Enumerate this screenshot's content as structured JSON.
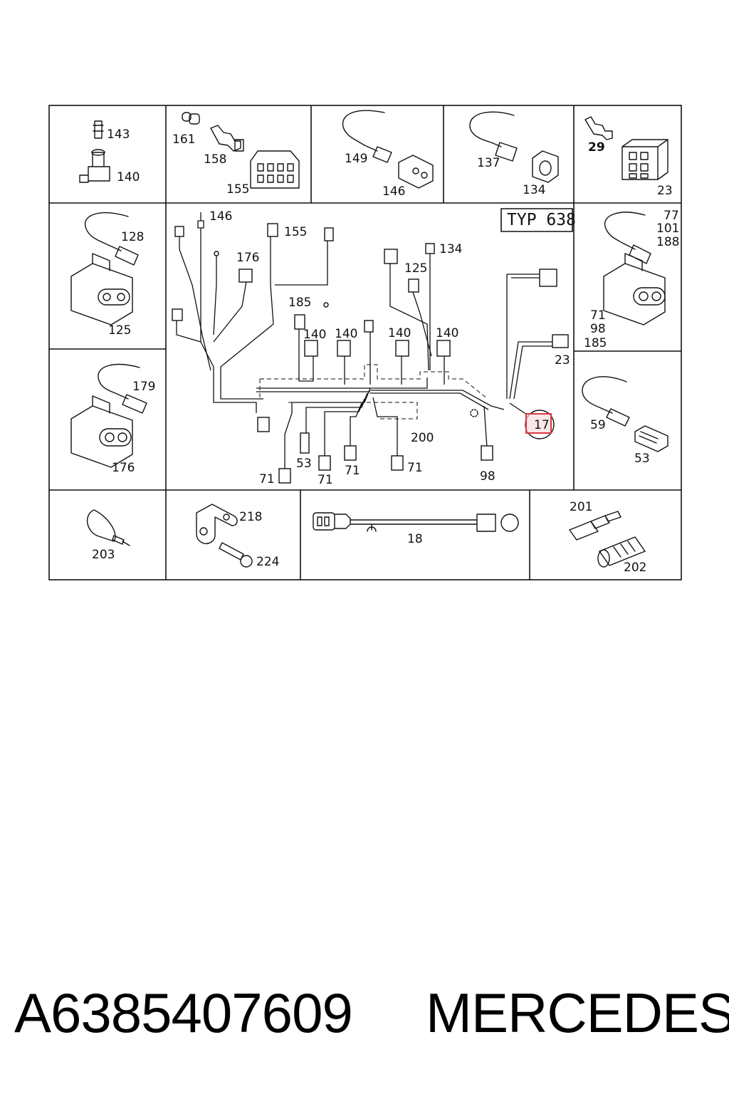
{
  "diagram": {
    "type_label": "TYP 638",
    "highlight_color": "#d9363e",
    "highlighted_part": "17",
    "parts": {
      "p143": "143",
      "p140": "140",
      "p161": "161",
      "p158": "158",
      "p155": "155",
      "p149": "149",
      "p146": "146",
      "p137": "137",
      "p134": "134",
      "p29": "29",
      "p23": "23",
      "p128": "128",
      "p125": "125",
      "p179": "179",
      "p176": "176",
      "p77": "77",
      "p101": "101",
      "p188": "188",
      "p71": "71",
      "p98": "98",
      "p185": "185",
      "p59": "59",
      "p53": "53",
      "p203": "203",
      "p218": "218",
      "p224": "224",
      "p18": "18",
      "p201": "201",
      "p202": "202",
      "p200": "200",
      "p17": "17"
    }
  },
  "footer": {
    "part_number": "A6385407609",
    "brand": "MERCEDES"
  }
}
